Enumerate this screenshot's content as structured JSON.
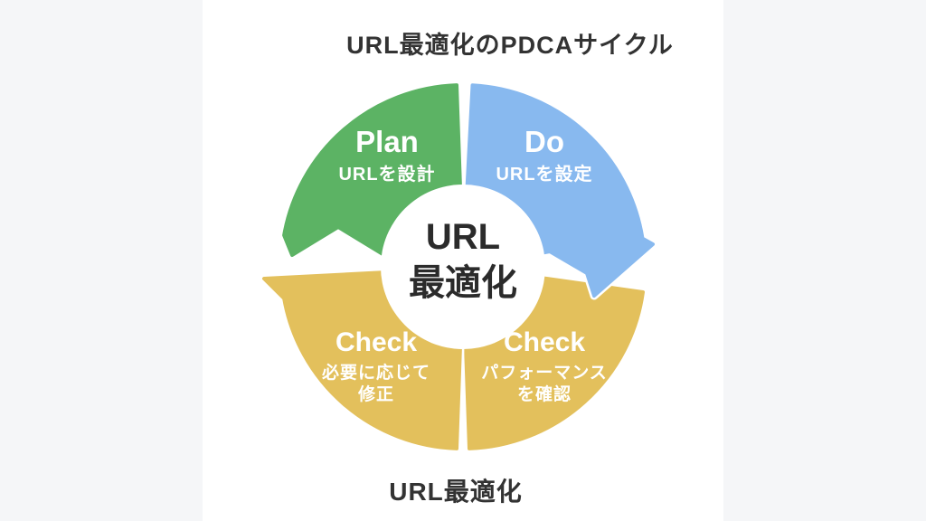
{
  "title": "URL最適化のPDCAサイクル",
  "caption": "URL最適化",
  "center": {
    "line1": "URL",
    "line2": "最適化"
  },
  "quadrants": [
    {
      "id": "plan",
      "label": "Plan",
      "sublabel": "URLを設計",
      "sublabel2": ""
    },
    {
      "id": "do",
      "label": "Do",
      "sublabel": "URLを設定",
      "sublabel2": ""
    },
    {
      "id": "check-left",
      "label": "Check",
      "sublabel": "必要に応じて",
      "sublabel2": "修正"
    },
    {
      "id": "check-right",
      "label": "Check",
      "sublabel": "パフォーマンス",
      "sublabel2": "を確認"
    }
  ],
  "colors": {
    "green": "#5cb364",
    "blue": "#88b9ef",
    "yellow": "#e3c05c",
    "text_dark": "#333333",
    "card_background": "#ffffff",
    "page_background": "#f5f6f8"
  }
}
